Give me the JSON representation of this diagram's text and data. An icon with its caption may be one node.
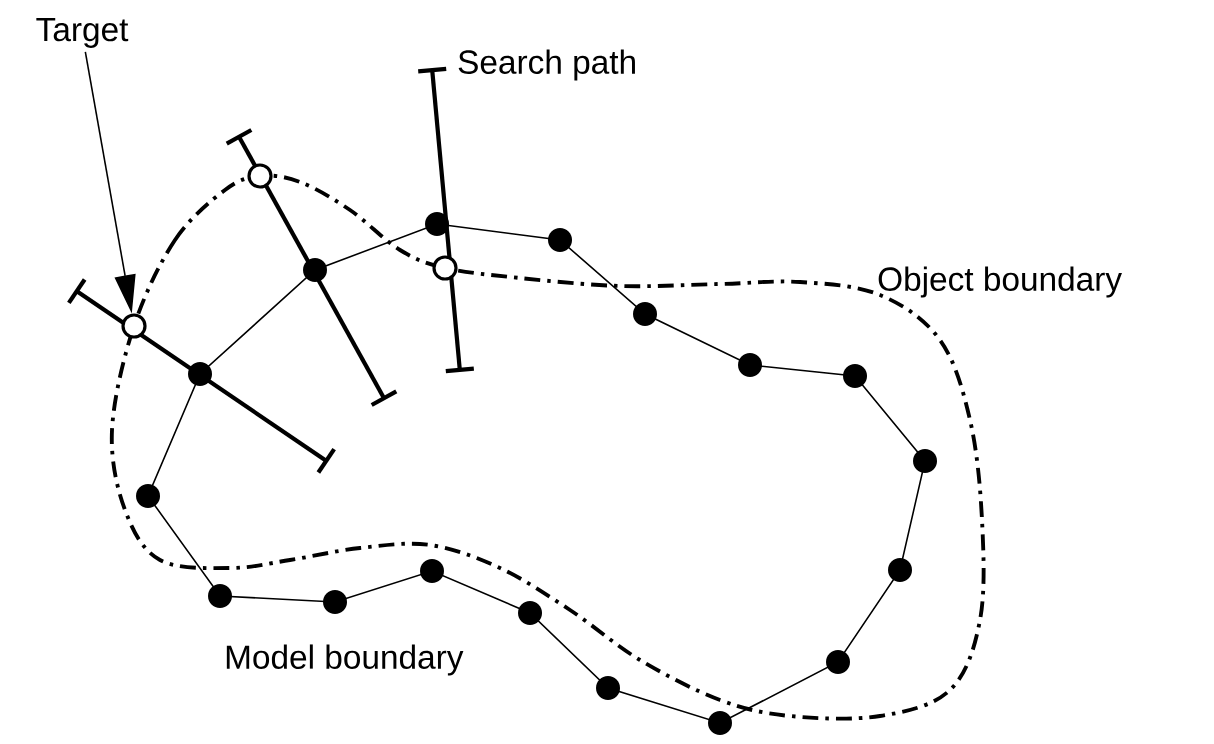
{
  "diagram": {
    "nodes": [
      {
        "text": [
          "Target"
        ]
      },
      {
        "text": [],
        "shape": "circle"
      }
    ],
    "edges": [
      {
        "from": 0,
        "to": 1,
        "arrow": "to"
      }
    ],
    "labels": [
      "Search path",
      "Object boundary",
      "Model boundary"
    ]
  }
}
